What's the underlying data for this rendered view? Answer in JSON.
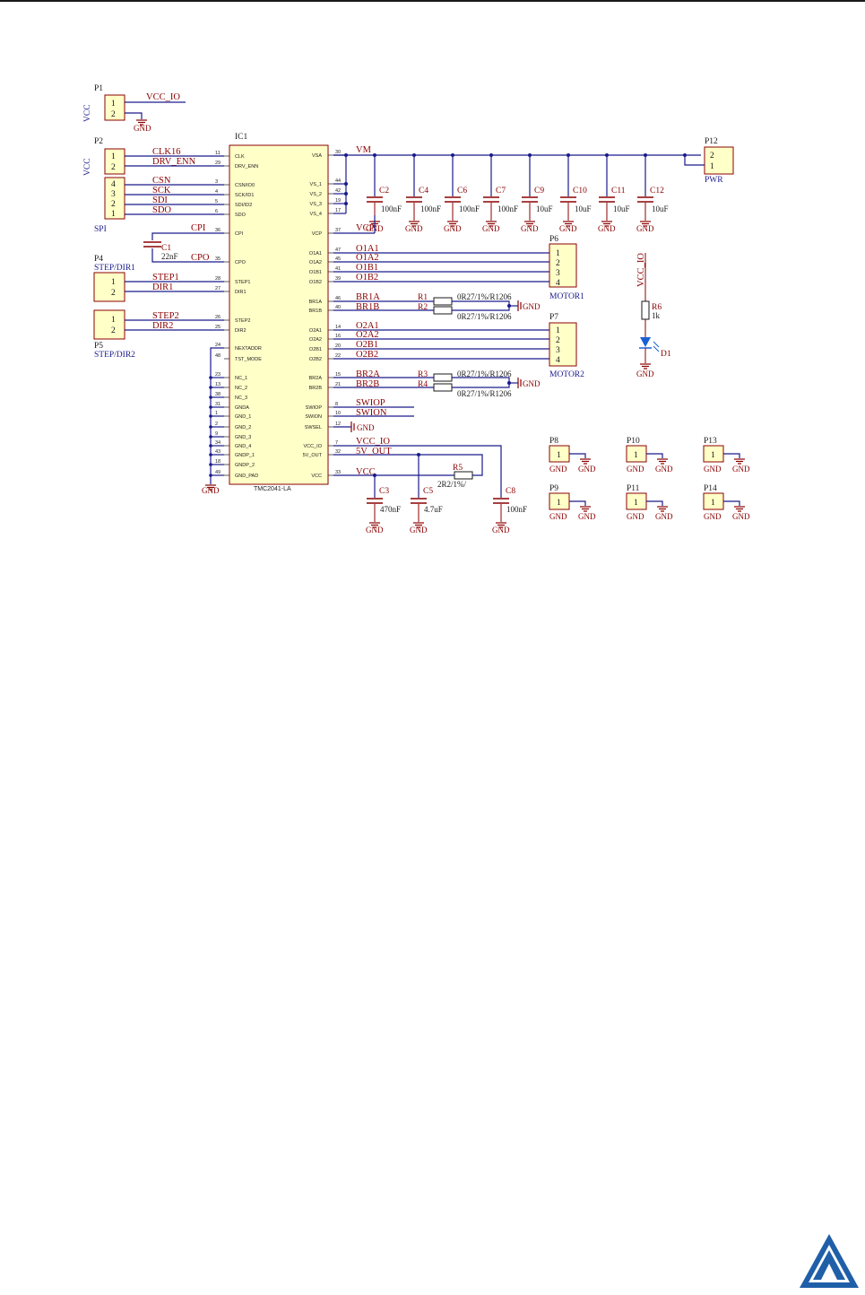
{
  "ic": {
    "ref": "IC1",
    "name": "TMC2041-LA",
    "left_pins": [
      {
        "num": "11",
        "name": "CLK"
      },
      {
        "num": "29",
        "name": "DRV_ENN"
      },
      {
        "num": "3",
        "name": "CSN/IO0"
      },
      {
        "num": "4",
        "name": "SCK/ID1"
      },
      {
        "num": "5",
        "name": "SDI/ID2"
      },
      {
        "num": "6",
        "name": "SDO"
      },
      {
        "num": "36",
        "name": "CPI"
      },
      {
        "num": "35",
        "name": "CPO"
      },
      {
        "num": "28",
        "name": "STEP1"
      },
      {
        "num": "27",
        "name": "DIR1"
      },
      {
        "num": "26",
        "name": "STEP2"
      },
      {
        "num": "25",
        "name": "DIR2"
      },
      {
        "num": "24",
        "name": "NEXTADDR"
      },
      {
        "num": "48",
        "name": "TST_MODE"
      },
      {
        "num": "23",
        "name": "NC_1"
      },
      {
        "num": "13",
        "name": "NC_2"
      },
      {
        "num": "38",
        "name": "NC_3"
      },
      {
        "num": "31",
        "name": "GNDA"
      },
      {
        "num": "1",
        "name": "GND_1"
      },
      {
        "num": "2",
        "name": "GND_2"
      },
      {
        "num": "9",
        "name": "GND_3"
      },
      {
        "num": "34",
        "name": "GND_4"
      },
      {
        "num": "43",
        "name": "GNDP_1"
      },
      {
        "num": "18",
        "name": "GNDP_2"
      },
      {
        "num": "49",
        "name": "GND_PAD"
      }
    ],
    "right_pins": [
      {
        "num": "30",
        "name": "VSA"
      },
      {
        "num": "44",
        "name": "VS_1"
      },
      {
        "num": "42",
        "name": "VS_2"
      },
      {
        "num": "19",
        "name": "VS_3"
      },
      {
        "num": "17",
        "name": "VS_4"
      },
      {
        "num": "37",
        "name": "VCP"
      },
      {
        "num": "47",
        "name": "O1A1"
      },
      {
        "num": "45",
        "name": "O1A2"
      },
      {
        "num": "41",
        "name": "O1B1"
      },
      {
        "num": "39",
        "name": "O1B2"
      },
      {
        "num": "46",
        "name": "BR1A"
      },
      {
        "num": "40",
        "name": "BR1B"
      },
      {
        "num": "14",
        "name": "O2A1"
      },
      {
        "num": "16",
        "name": "O2A2"
      },
      {
        "num": "20",
        "name": "O2B1"
      },
      {
        "num": "22",
        "name": "O2B2"
      },
      {
        "num": "15",
        "name": "BR2A"
      },
      {
        "num": "21",
        "name": "BR2B"
      },
      {
        "num": "8",
        "name": "SWIOP"
      },
      {
        "num": "10",
        "name": "SWION"
      },
      {
        "num": "12",
        "name": "SWSEL"
      },
      {
        "num": "7",
        "name": "VCC_IO"
      },
      {
        "num": "32",
        "name": "5V_OUT"
      },
      {
        "num": "33",
        "name": "VCC"
      }
    ]
  },
  "connectors": {
    "p1": {
      "ref": "P1",
      "side": "VCC",
      "pins": [
        "1",
        "2"
      ]
    },
    "p2": {
      "ref": "P2",
      "side": "VCC",
      "pins": [
        "1",
        "2"
      ]
    },
    "spi": {
      "label": "SPI",
      "pins": [
        "4",
        "3",
        "2",
        "1"
      ]
    },
    "p4": {
      "ref": "P4",
      "label": "STEP/DIR1",
      "pins": [
        "1",
        "2"
      ]
    },
    "p5": {
      "ref": "P5",
      "label": "STEP/DIR2",
      "pins": [
        "1",
        "2"
      ]
    },
    "p6": {
      "ref": "P6",
      "label": "MOTOR1",
      "pins": [
        "1",
        "2",
        "3",
        "4"
      ]
    },
    "p7": {
      "ref": "P7",
      "label": "MOTOR2",
      "pins": [
        "1",
        "2",
        "3",
        "4"
      ]
    },
    "p12": {
      "ref": "P12",
      "label": "PWR",
      "pins": [
        "2",
        "1"
      ]
    }
  },
  "nets": {
    "vcc_io": "VCC_IO",
    "gnd": "GND",
    "clk16": "CLK16",
    "drv_enn": "DRV_ENN",
    "csn": "CSN",
    "sck": "SCK",
    "sdi": "SDI",
    "sdo": "SDO",
    "cpi": "CPI",
    "cpo": "CPO",
    "step1": "STEP1",
    "dir1": "DIR1",
    "step2": "STEP2",
    "dir2": "DIR2",
    "vm": "VM",
    "vcp": "VCP",
    "o1a1": "O1A1",
    "o1a2": "O1A2",
    "o1b1": "O1B1",
    "o1b2": "O1B2",
    "br1a": "BR1A",
    "br1b": "BR1B",
    "o2a1": "O2A1",
    "o2a2": "O2A2",
    "o2b1": "O2B1",
    "o2b2": "O2B2",
    "br2a": "BR2A",
    "br2b": "BR2B",
    "swiop": "SWIOP",
    "swion": "SWION",
    "vcc_io2": "VCC_IO",
    "fivev": "5V_OUT",
    "vcc": "VCC"
  },
  "caps_top": [
    {
      "ref": "C2",
      "val": "100nF"
    },
    {
      "ref": "C4",
      "val": "100nF"
    },
    {
      "ref": "C6",
      "val": "100nF"
    },
    {
      "ref": "C7",
      "val": "100nF"
    },
    {
      "ref": "C9",
      "val": "10uF"
    },
    {
      "ref": "C10",
      "val": "10uF"
    },
    {
      "ref": "C11",
      "val": "10uF"
    },
    {
      "ref": "C12",
      "val": "10uF"
    }
  ],
  "c1": {
    "ref": "C1",
    "val": "22nF"
  },
  "resistors": {
    "r1": {
      "ref": "R1",
      "val": "0R27/1%/R1206"
    },
    "r2": {
      "ref": "R2",
      "val": "0R27/1%/R1206"
    },
    "r3": {
      "ref": "R3",
      "val": "0R27/1%/R1206"
    },
    "r4": {
      "ref": "R4",
      "val": "0R27/1%/R1206"
    },
    "r5": {
      "ref": "R5",
      "val": "2R2/1%/"
    },
    "r6": {
      "ref": "R6",
      "val": "1k"
    }
  },
  "led": {
    "ref": "D1"
  },
  "caps_bottom": [
    {
      "ref": "C3",
      "val": "470nF"
    },
    {
      "ref": "C5",
      "val": "4.7uF"
    },
    {
      "ref": "C8",
      "val": "100nF"
    }
  ],
  "testpoints": [
    {
      "ref": "P8",
      "pin": "1"
    },
    {
      "ref": "P10",
      "pin": "1"
    },
    {
      "ref": "P13",
      "pin": "1"
    },
    {
      "ref": "P9",
      "pin": "1"
    },
    {
      "ref": "P11",
      "pin": "1"
    },
    {
      "ref": "P14",
      "pin": "1"
    }
  ],
  "colors": {
    "wire": "#1a1a8c",
    "part": "#8b0000",
    "fill": "#ffffc8",
    "logo": "#1f5fa8"
  }
}
